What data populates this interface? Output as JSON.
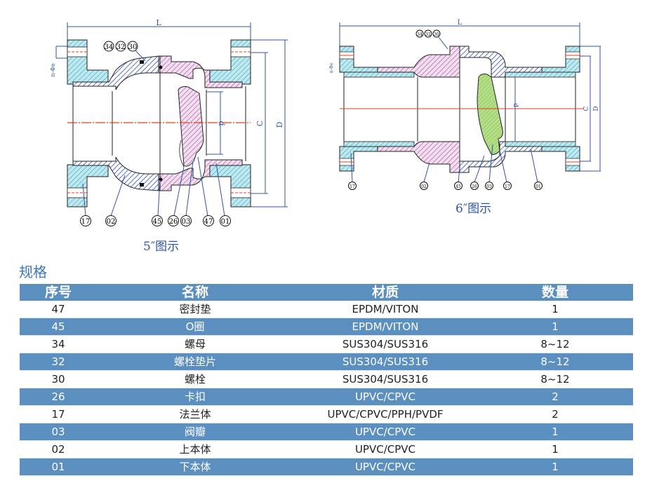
{
  "diagrams": [
    {
      "caption": "5″图示",
      "dimension_labels": {
        "length": "L",
        "outer_diameter": "D",
        "bolt_circle": "C",
        "bore": "d",
        "holes": "n-Φe"
      },
      "callouts_top": [
        "34",
        "32",
        "30"
      ],
      "callouts_bottom": [
        "17",
        "02",
        "45",
        "26",
        "03",
        "47",
        "01"
      ]
    },
    {
      "caption": "6″图示",
      "dimension_labels": {
        "length": "L",
        "outer_diameter": "D",
        "bolt_circle": "C",
        "bore": "d",
        "holes": "n-Φe"
      },
      "callouts_top": [
        "34",
        "32",
        "30"
      ],
      "callouts_bottom": [
        "17",
        "02",
        "45",
        "26",
        "03",
        "17",
        "01"
      ]
    }
  ],
  "colors": {
    "flange": "#8fd3e0",
    "body_blue": "#3b5fc4",
    "body_pink": "#c070b8",
    "disc_green": "#a9d878",
    "header_blue": "#5b8fbf",
    "caption_blue": "#2e55a8",
    "centerline": "#e0401a"
  },
  "spec": {
    "title": "规格",
    "headers": [
      "序号",
      "名称",
      "材质",
      "数量"
    ],
    "rows": [
      {
        "no": "47",
        "name": "密封垫",
        "material": "EPDM/VITON",
        "qty": "1"
      },
      {
        "no": "45",
        "name": "O圈",
        "material": "EPDM/VITON",
        "qty": "1"
      },
      {
        "no": "34",
        "name": "螺母",
        "material": "SUS304/SUS316",
        "qty": "8~12"
      },
      {
        "no": "32",
        "name": "螺栓垫片",
        "material": "SUS304/SUS316",
        "qty": "8~12"
      },
      {
        "no": "30",
        "name": "螺栓",
        "material": "SUS304/SUS316",
        "qty": "8~12"
      },
      {
        "no": "26",
        "name": "卡扣",
        "material": "UPVC/CPVC",
        "qty": "2"
      },
      {
        "no": "17",
        "name": "法兰体",
        "material": "UPVC/CPVC/PPH/PVDF",
        "qty": "2"
      },
      {
        "no": "03",
        "name": "阀瓣",
        "material": "UPVC/CPVC",
        "qty": "1"
      },
      {
        "no": "02",
        "name": "上本体",
        "material": "UPVC/CPVC",
        "qty": "1"
      },
      {
        "no": "01",
        "name": "下本体",
        "material": "UPVC/CPVC",
        "qty": "1"
      }
    ]
  }
}
